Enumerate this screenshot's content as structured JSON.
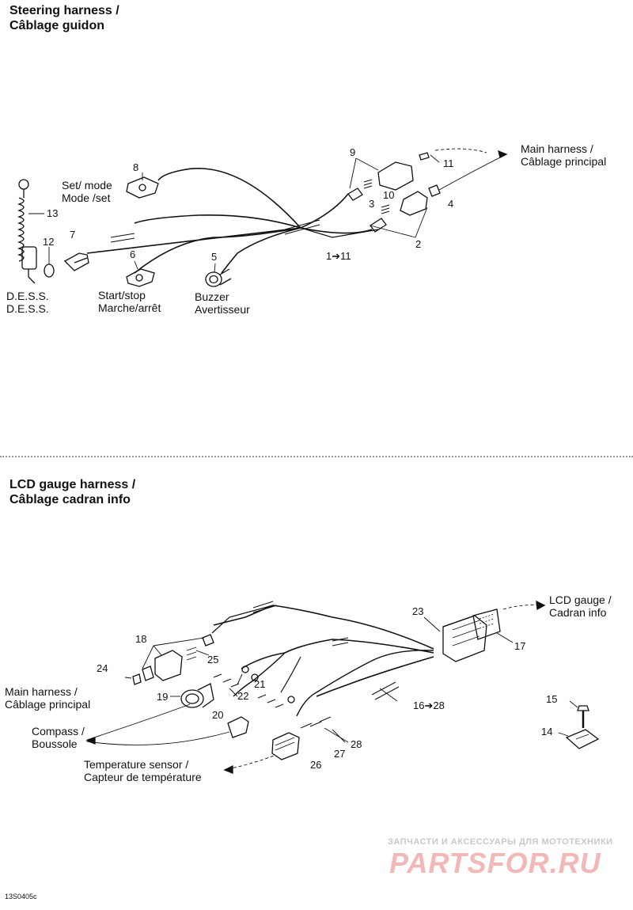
{
  "titles": {
    "steering": [
      "Steering harness /",
      "Câblage guidon"
    ],
    "lcd": [
      "LCD gauge harness /",
      "Câblage cadran info"
    ]
  },
  "steering_labels": {
    "main_harness": [
      "Main harness  /",
      "Câblage principal"
    ],
    "set_mode": [
      "Set/ mode",
      "Mode /set"
    ],
    "dess": [
      "D.E.S.S.",
      "D.E.S.S."
    ],
    "start_stop": [
      "Start/stop",
      "Marche/arrêt"
    ],
    "buzzer": [
      "Buzzer",
      "Avertisseur"
    ]
  },
  "steering_numbers": {
    "n9": "9",
    "n11": "11",
    "n10": "10",
    "n4": "4",
    "n3": "3",
    "n2": "2",
    "n8": "8",
    "n13": "13",
    "n12": "12",
    "n7": "7",
    "n6": "6",
    "n5": "5",
    "n1_11": "1➔11"
  },
  "lcd_labels": {
    "lcd_gauge": [
      "LCD gauge /",
      "Cadran info"
    ],
    "main_harness": [
      "Main harness /",
      "Câblage principal"
    ],
    "compass": [
      "Compass /",
      "Boussole"
    ],
    "temperature": [
      "Temperature sensor /",
      "Capteur de température"
    ]
  },
  "lcd_numbers": {
    "n23": "23",
    "n17": "17",
    "n18": "18",
    "n25": "25",
    "n24": "24",
    "n21": "21",
    "n22": "22",
    "n19": "19",
    "n20": "20",
    "n16_28": "16➔28",
    "n15": "15",
    "n14": "14",
    "n28": "28",
    "n27": "27",
    "n26": "26"
  },
  "watermark": {
    "tagline": "ЗАПЧАСТИ И АКСЕССУАРЫ ДЛЯ МОТОТЕХНИКИ",
    "logo": "PARTSFOR.RU"
  },
  "drawing_code": "13S0405c"
}
